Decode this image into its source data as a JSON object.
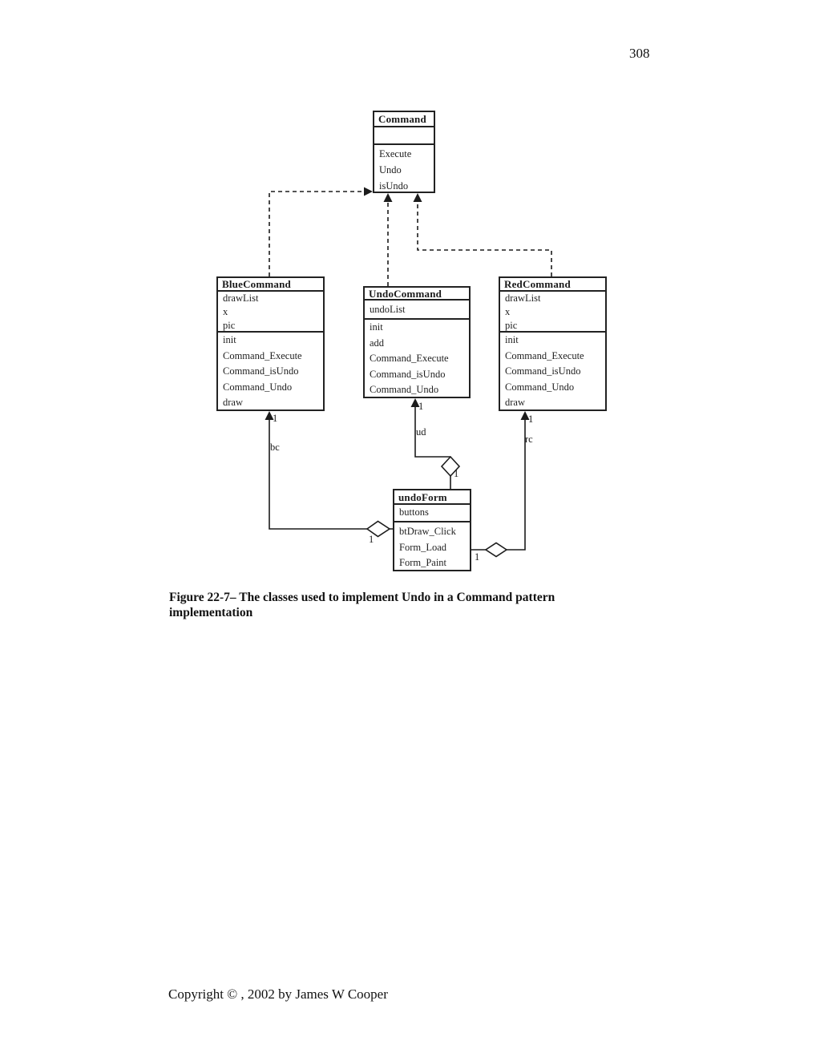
{
  "page": {
    "number": "308",
    "caption": "Figure 22-7– The classes used to implement Undo in a Command pattern implementation",
    "copyright": "Copyright © , 2002 by James W Cooper"
  },
  "diagram": {
    "classes": {
      "command": {
        "title": "Command",
        "attributes": [],
        "methods": [
          "Execute",
          "Undo",
          "isUndo"
        ]
      },
      "blue_command": {
        "title": "BlueCommand",
        "attributes": [
          "drawList",
          "x",
          "pic"
        ],
        "methods": [
          "init",
          "Command_Execute",
          "Command_isUndo",
          "Command_Undo",
          "draw"
        ]
      },
      "undo_command": {
        "title": "UndoCommand",
        "attributes": [
          "undoList"
        ],
        "methods": [
          "init",
          "add",
          "Command_Execute",
          "Command_isUndo",
          "Command_Undo"
        ]
      },
      "red_command": {
        "title": "RedCommand",
        "attributes": [
          "drawList",
          "x",
          "pic"
        ],
        "methods": [
          "init",
          "Command_Execute",
          "Command_isUndo",
          "Command_Undo",
          "draw"
        ]
      },
      "undo_form": {
        "title": "undoForm",
        "attributes": [
          "buttons"
        ],
        "methods": [
          "btDraw_Click",
          "Form_Load",
          "Form_Paint"
        ]
      }
    },
    "edge_labels": {
      "bc_multiplicity": "1",
      "bc_role": "bc",
      "bc_diamond_multiplicity": "1",
      "ud_multiplicity": "1",
      "ud_role": "ud",
      "ud_diamond_multiplicity": "1",
      "rc_multiplicity": "1",
      "rc_role": "rc",
      "rc_diamond_multiplicity": "1"
    },
    "line_color": "#1c1c1c"
  }
}
